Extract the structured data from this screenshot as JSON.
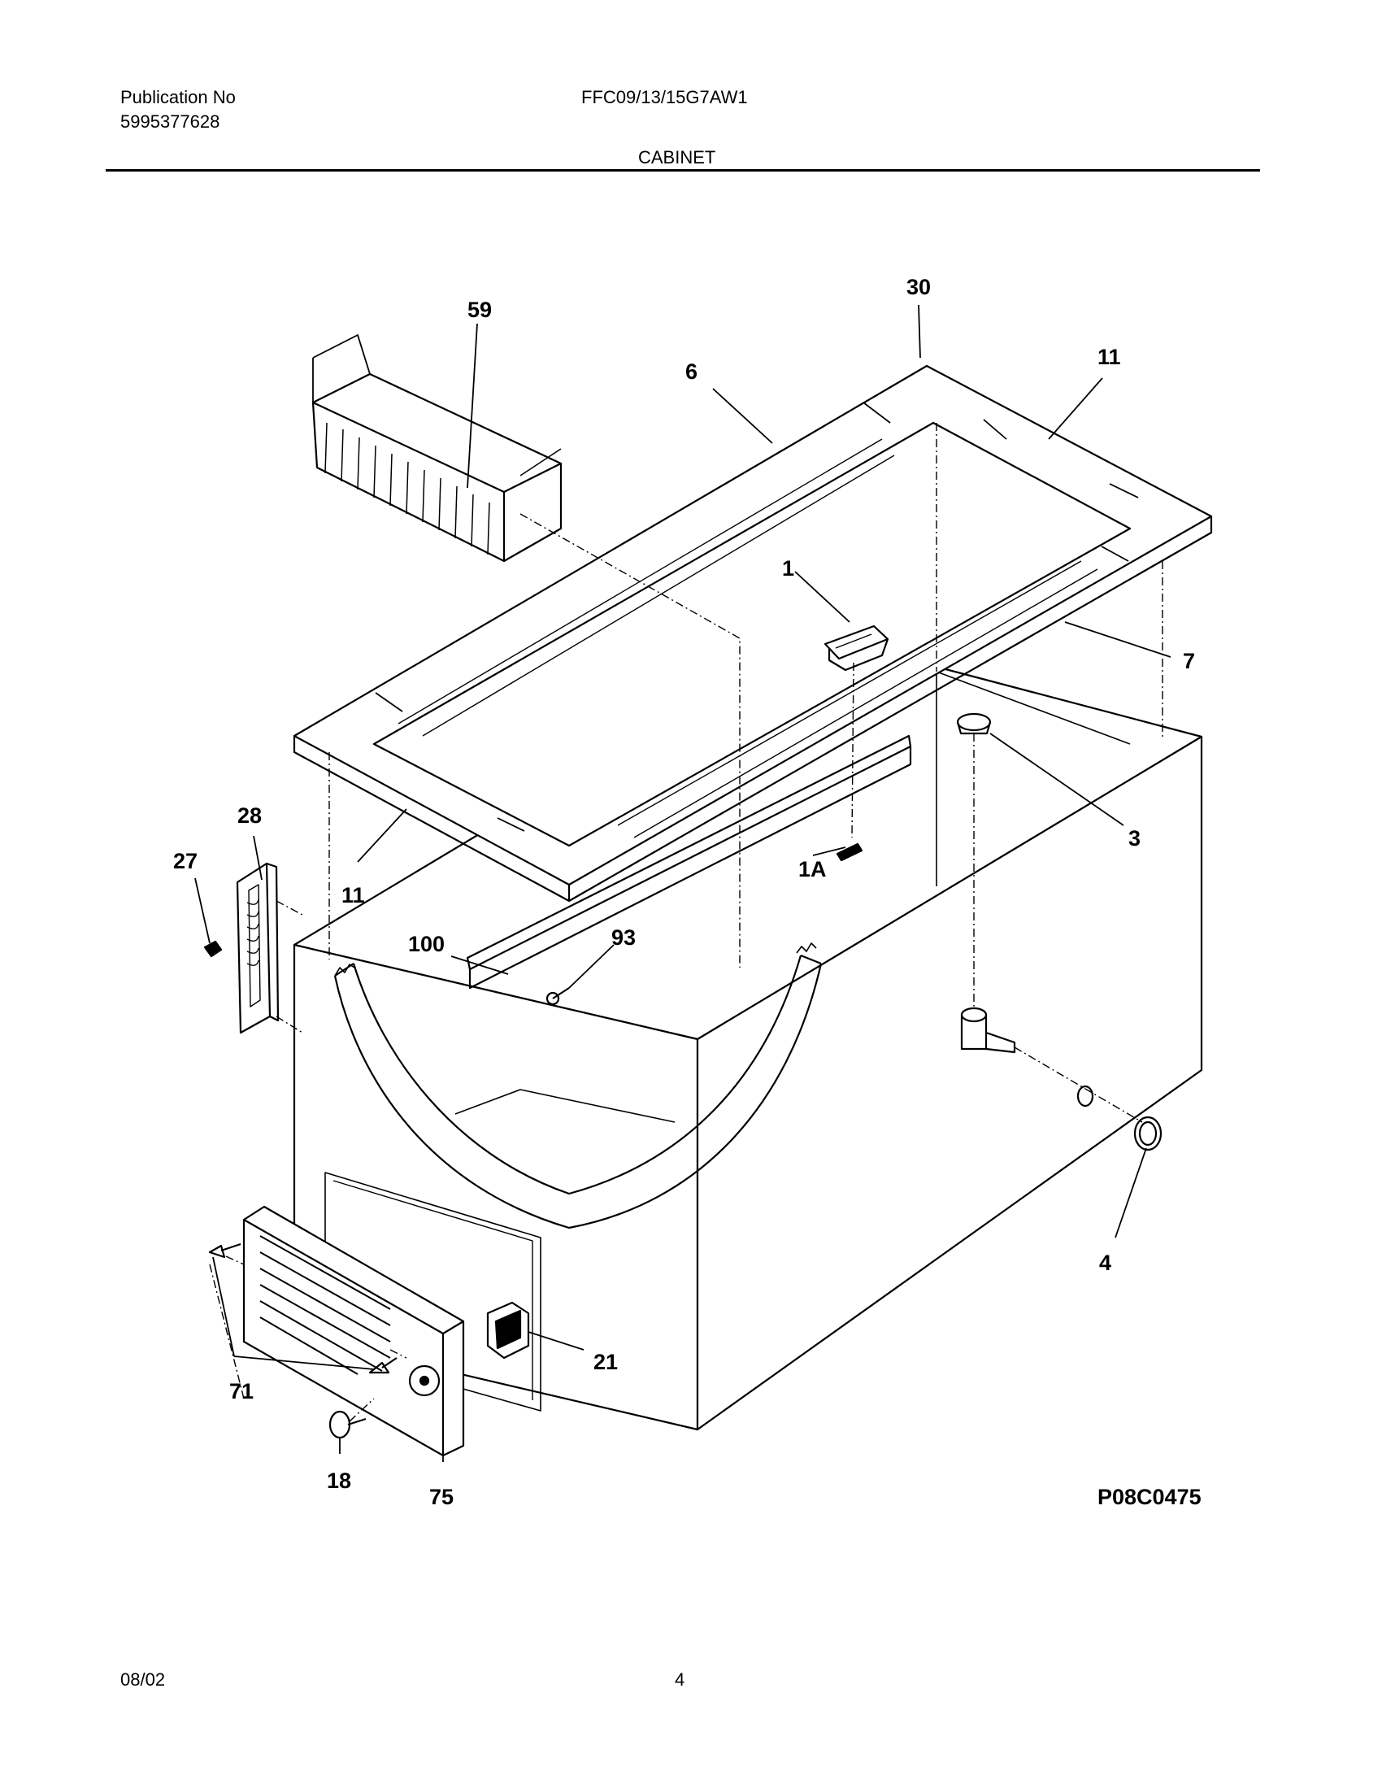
{
  "header": {
    "publication_label": "Publication No",
    "publication_number": "5995377628",
    "model": "FFC09/13/15G7AW1",
    "section": "CABINET"
  },
  "footer": {
    "date": "08/02",
    "page": "4"
  },
  "diagram": {
    "code": "P08C0475",
    "callouts": [
      "59",
      "30",
      "6",
      "11",
      "1",
      "7",
      "28",
      "27",
      "3",
      "11",
      "1A",
      "100",
      "93",
      "4",
      "21",
      "71",
      "18",
      "75"
    ]
  }
}
